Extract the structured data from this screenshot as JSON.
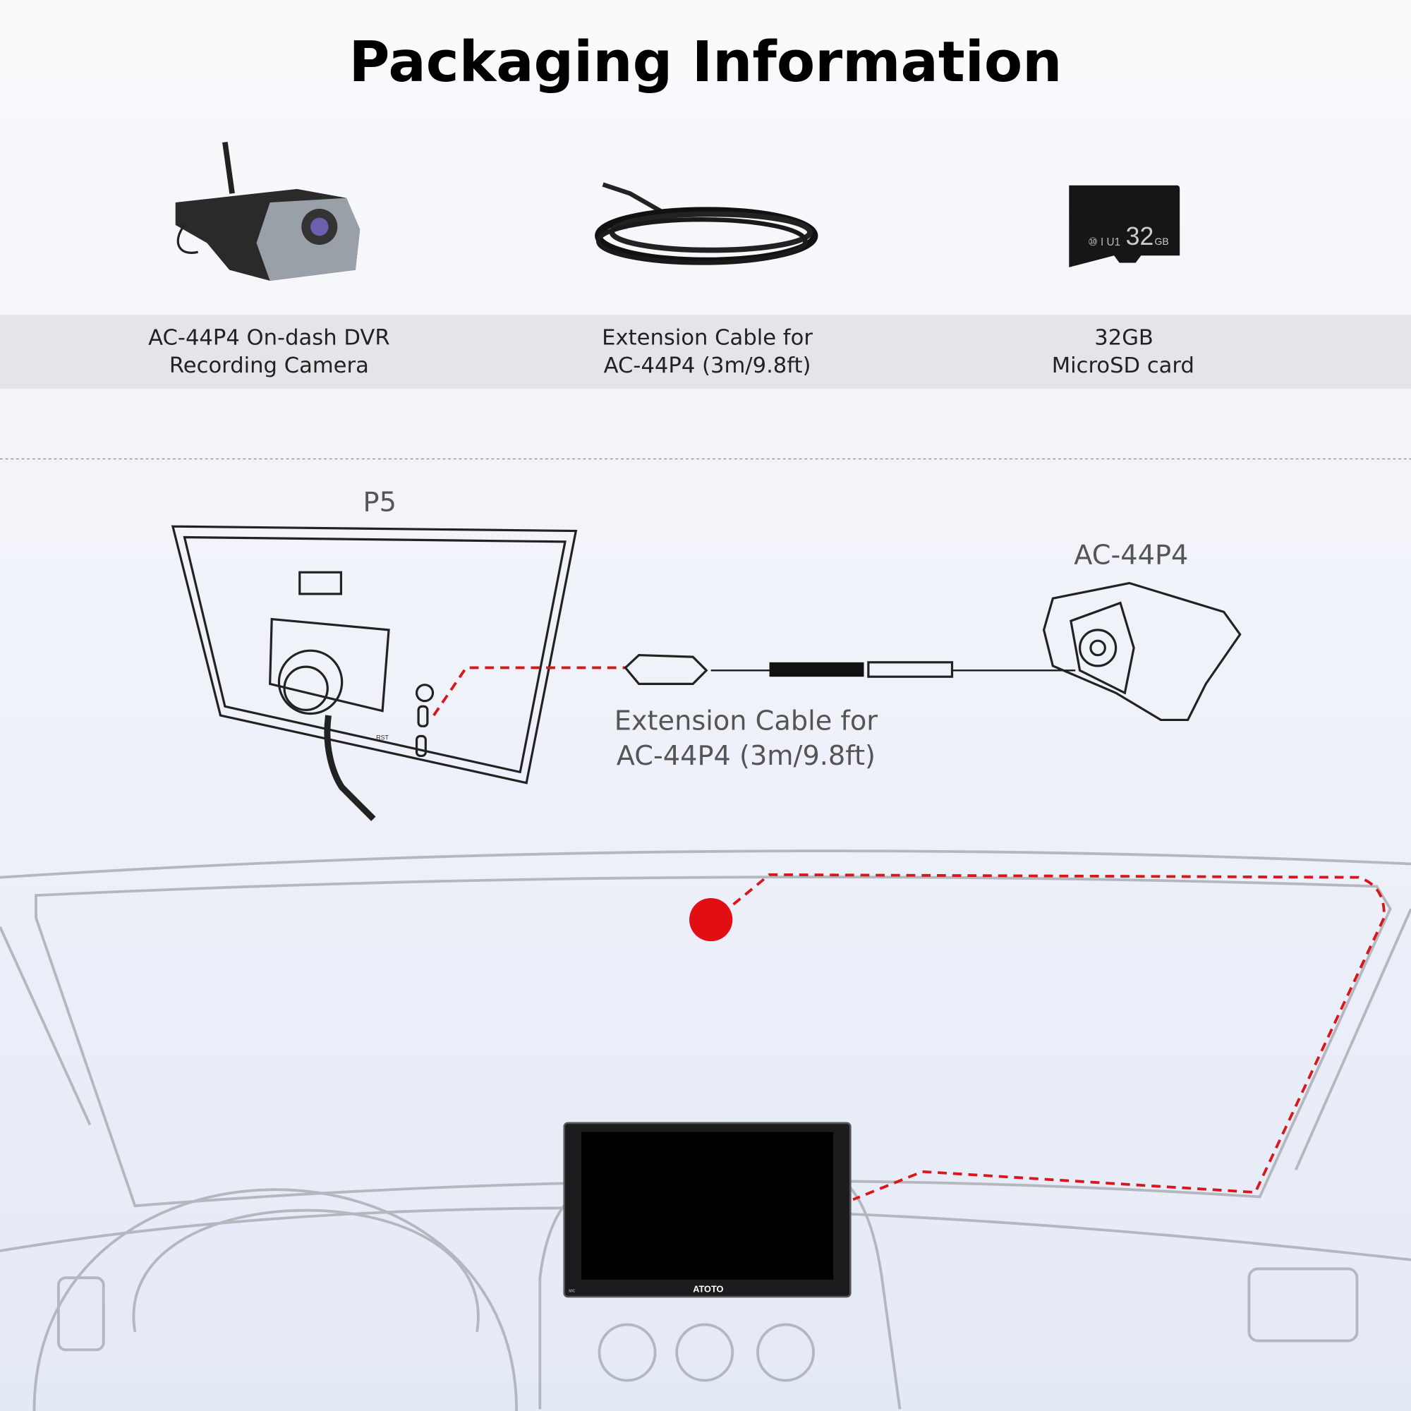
{
  "title": "Packaging Information",
  "items": [
    {
      "line1": "AC-44P4 On-dash DVR",
      "line2": "Recording Camera"
    },
    {
      "line1": "Extension Cable for",
      "line2": "AC-44P4 (3m/9.8ft)"
    },
    {
      "line1": "32GB",
      "line2": "MicroSD card"
    }
  ],
  "sd_card": {
    "capacity": "32",
    "unit": "GB",
    "marks": "⑩ I U1"
  },
  "diagram": {
    "device_label": "P5",
    "camera_label": "AC-44P4",
    "cable_line1": "Extension Cable for",
    "cable_line2": "AC-44P4 (3m/9.8ft)",
    "rst": "RST"
  },
  "car": {
    "brand": "ATOTO",
    "mic": "MIC"
  },
  "colors": {
    "accent_red": "#d9161b",
    "band": "#e4e5e9"
  }
}
